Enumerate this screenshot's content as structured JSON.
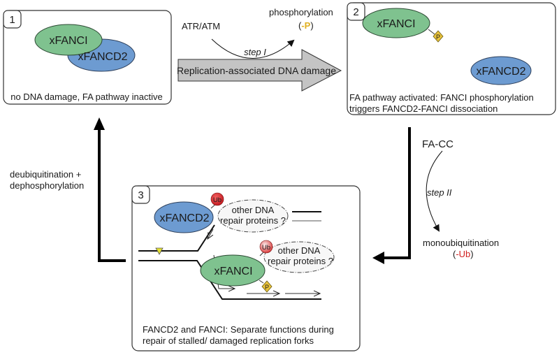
{
  "panel1": {
    "number": "1",
    "protein_a": "xFANCI",
    "protein_b": "xFANCD2",
    "caption": "no DNA damage, FA pathway inactive"
  },
  "panel2": {
    "number": "2",
    "protein_a": "xFANCI",
    "protein_b": "xFANCD2",
    "phospho_tag": "P",
    "caption_line1": "FA pathway activated: FANCI phosphorylation",
    "caption_line2": "triggers FANCD2-FANCI dissociation"
  },
  "panel3": {
    "number": "3",
    "protein_d2": "xFANCD2",
    "protein_i": "xFANCI",
    "ub_tag": "Ub",
    "phospho_tag": "P",
    "other_proteins_line1": "other DNA",
    "other_proteins_line2": "repair proteins ?",
    "caption_line1": "FANCD2 and FANCI: Separate functions during",
    "caption_line2": "repair of stalled/ damaged replication forks"
  },
  "step1": {
    "kinase": "ATR/ATM",
    "label": "step I",
    "result": "phosphorylation",
    "result_tag_open": "(",
    "result_tag": "-P",
    "result_tag_close": ")",
    "trigger": "Replication-associated DNA damage"
  },
  "step2": {
    "complex": "FA-CC",
    "label": "step II",
    "result": "monoubiquitination",
    "result_tag_open": "(",
    "result_tag": "-Ub",
    "result_tag_close": ")"
  },
  "reset": {
    "line1": "deubiquitination +",
    "line2": "dephosphorylation"
  },
  "colors": {
    "fanci_green": "#7fc28f",
    "fancd2_blue": "#6d9bd1",
    "phospho_yellow": "#e8c23a",
    "ub_red": "#d9262c",
    "ub_light_red": "#e86a6a",
    "arrow_gray": "#c4c4c4",
    "p_text": "#e0b020",
    "ub_text": "#d02020"
  }
}
